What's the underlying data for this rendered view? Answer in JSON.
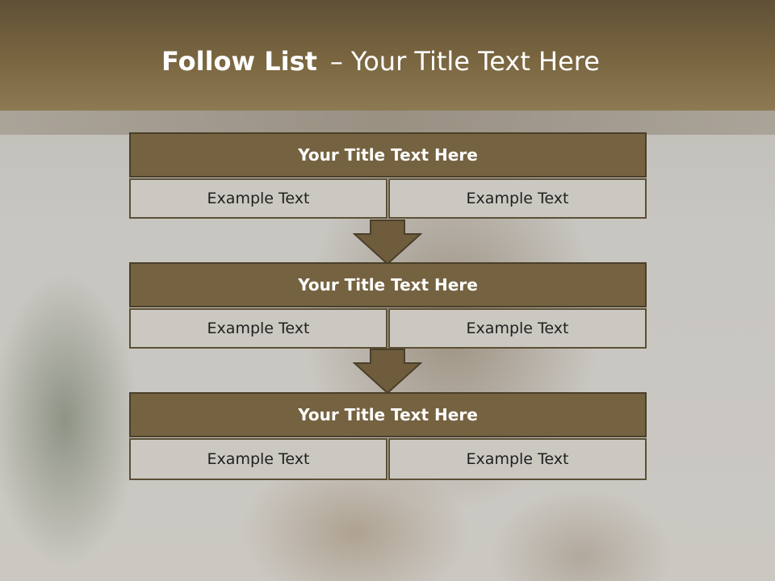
{
  "slide": {
    "title_bold": "Follow List",
    "title_separator": "–",
    "title_rest": "Your Title Text Here"
  },
  "steps": [
    {
      "title": "Your Title Text Here",
      "left": "Example Text",
      "right": "Example Text"
    },
    {
      "title": "Your Title Text Here",
      "left": "Example Text",
      "right": "Example Text"
    },
    {
      "title": "Your Title Text Here",
      "left": "Example Text",
      "right": "Example Text"
    }
  ],
  "colors": {
    "header": "#7a6640",
    "block_title": "#756240",
    "cell": "#cbc8c1",
    "arrow": "#6e5c3d"
  },
  "icons": [
    "down-arrow-icon"
  ]
}
